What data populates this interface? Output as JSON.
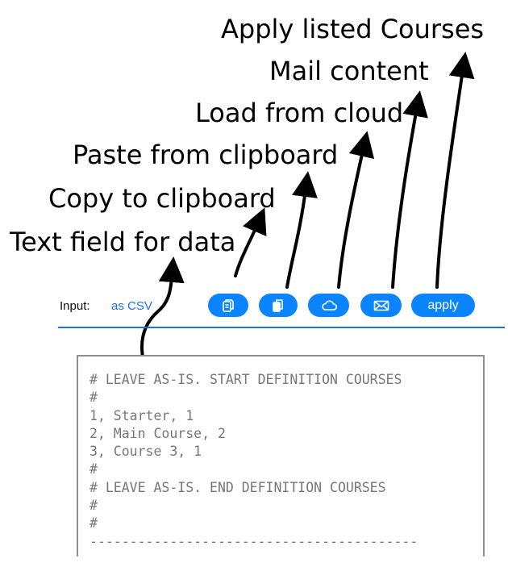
{
  "annotations": {
    "apply_courses": "Apply listed Courses",
    "mail_content": "Mail content",
    "load_cloud": "Load from cloud",
    "paste_clipboard": "Paste from clipboard",
    "copy_clipboard": "Copy to clipboard",
    "text_field": "Text field for data"
  },
  "toolbar": {
    "input_label": "Input:",
    "input_mode": "as CSV",
    "copy_icon": "copy-icon",
    "paste_icon": "paste-icon",
    "cloud_icon": "cloud-icon",
    "mail_icon": "envelope-icon",
    "apply_label": "apply",
    "accent_color": "#0a84ff"
  },
  "editor": {
    "lines": [
      "# LEAVE AS-IS. START DEFINITION COURSES",
      "#",
      "1, Starter, 1",
      "2, Main Course, 2",
      "3, Course 3, 1",
      "#",
      "# LEAVE AS-IS. END DEFINITION COURSES",
      "#",
      "#",
      "-----------------------------------------"
    ]
  }
}
